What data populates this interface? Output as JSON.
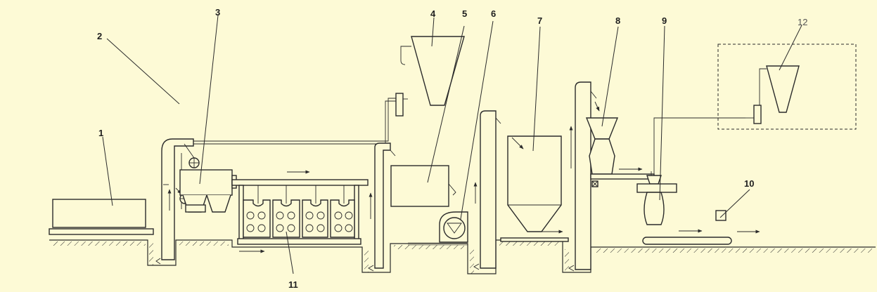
{
  "labels": {
    "l1": "1",
    "l2": "2",
    "l3": "3",
    "l4": "4",
    "l5": "5",
    "l6": "6",
    "l7": "7",
    "l8": "8",
    "l9": "9",
    "l10": "10",
    "l11": "11",
    "l12": "12"
  },
  "colors": {
    "background": "#fdfad6",
    "line": "#2b2b2b"
  }
}
